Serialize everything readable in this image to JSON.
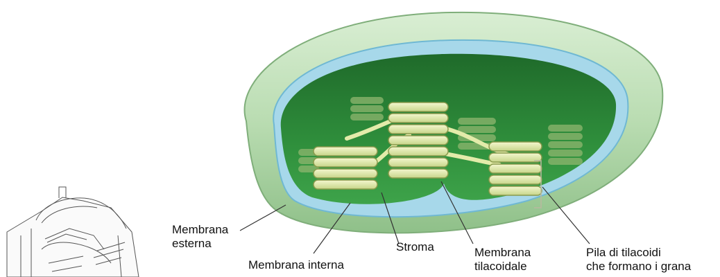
{
  "labels": {
    "outer_membrane": [
      "Membrana",
      "esterna"
    ],
    "inner_membrane": "Membrana interna",
    "stroma": "Stroma",
    "thylakoid_membrane": [
      "Membrana",
      "tilacoidale"
    ],
    "grana_stack": [
      "Pila di tilacoidi",
      "che formano i grana"
    ]
  },
  "colors": {
    "outer_membrane": "#bfe0b8",
    "intermembrane_blue": "#9fd3e6",
    "stroma": "#2f8f3c",
    "thylakoid": "#e7edb2",
    "leader_line": "#333333"
  }
}
